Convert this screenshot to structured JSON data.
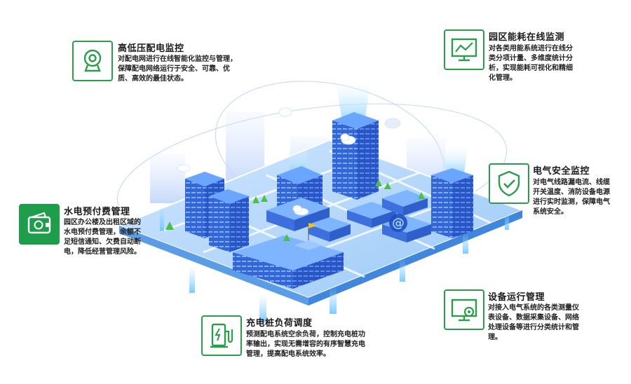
{
  "colors": {
    "accent": "#1e9e4a",
    "building": "#3b6fe0",
    "platform": "#5ea8f2"
  },
  "features": [
    {
      "id": "hv",
      "icon": "camera-monitor-icon",
      "title": "高低压配电监控",
      "desc": "对配电网进行在线智能化监控与管理，保障配电网络运行于安全、可靠、优质、高效的最佳状态。"
    },
    {
      "id": "energy",
      "icon": "monitor-chart-icon",
      "title": "园区能耗在线监测",
      "desc": "对各类用能系统进行在线分类分项计量、多维度统计分析，实现能耗可视化和精细化管理。"
    },
    {
      "id": "safety",
      "icon": "shield-check-icon",
      "title": "电气安全监控",
      "desc": "对电气线路漏电流、线缆开关温度、消防设备电源进行实时监测，保障电气系统安全。"
    },
    {
      "id": "prepaid",
      "icon": "wallet-icon",
      "title": "水电预付费管理",
      "desc": "园区办公楼及出租区域的水电预付费管理，余额不足短信通知、欠费自动断电，降低经营管理风险。"
    },
    {
      "id": "device",
      "icon": "computer-gear-icon",
      "title": "设备运行管理",
      "desc": "对接入电气系统的各类测量仪表设备、数据采集设备、网络处理设备等进行分类统计和管理。"
    },
    {
      "id": "charging",
      "icon": "charging-pile-icon",
      "title": "充电桩负荷调度",
      "desc": "预测配电系统空余负荷，控制充电桩功率输出，实现无需增容的有序智慧充电管理，提高配电系统效率。"
    }
  ]
}
